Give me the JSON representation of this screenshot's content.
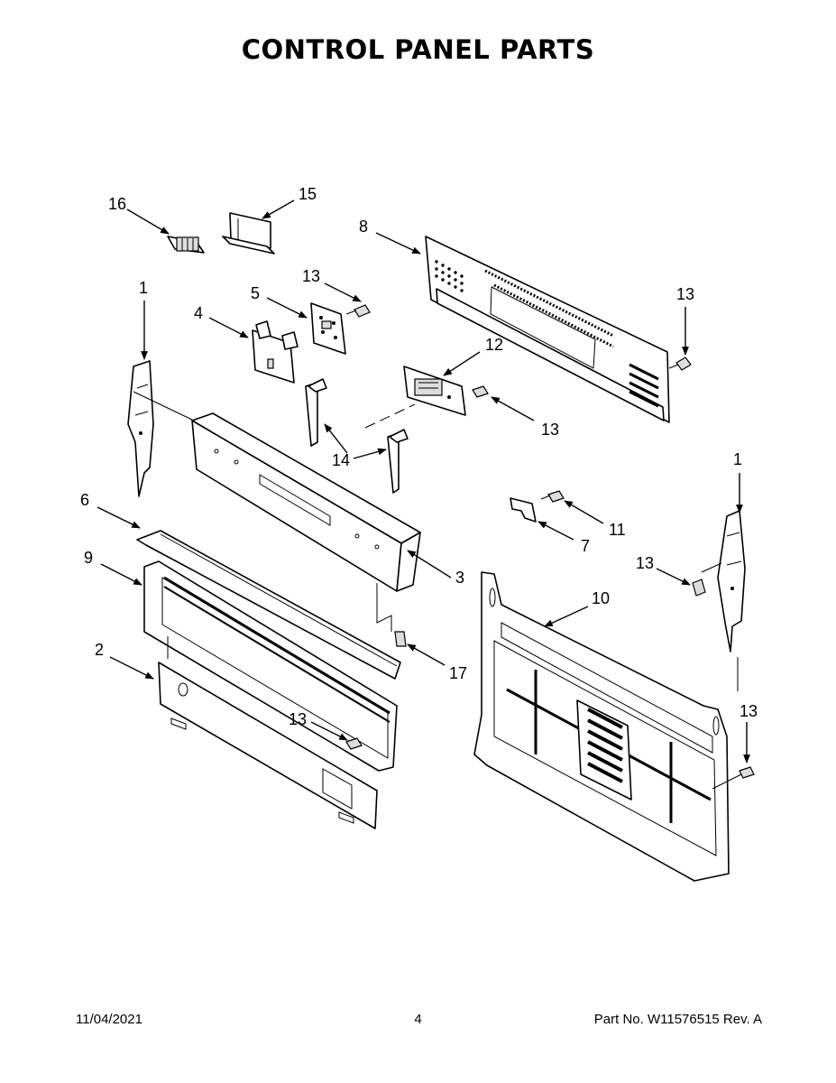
{
  "page": {
    "title": "CONTROL PANEL PARTS",
    "date": "11/04/2021",
    "page_number": "4",
    "part_number": "Part No.  W11576515  Rev.  A"
  },
  "callouts": {
    "c16": "16",
    "c15": "15",
    "c8": "8",
    "c13a": "13",
    "c13b": "13",
    "c1a": "1",
    "c5": "5",
    "c4": "4",
    "c12": "12",
    "c13c": "13",
    "c14": "14",
    "c1b": "1",
    "c6": "6",
    "c11": "11",
    "c7": "7",
    "c3": "3",
    "c9": "9",
    "c13d": "13",
    "c10": "10",
    "c2": "2",
    "c17": "17",
    "c13e": "13",
    "c13f": "13"
  }
}
